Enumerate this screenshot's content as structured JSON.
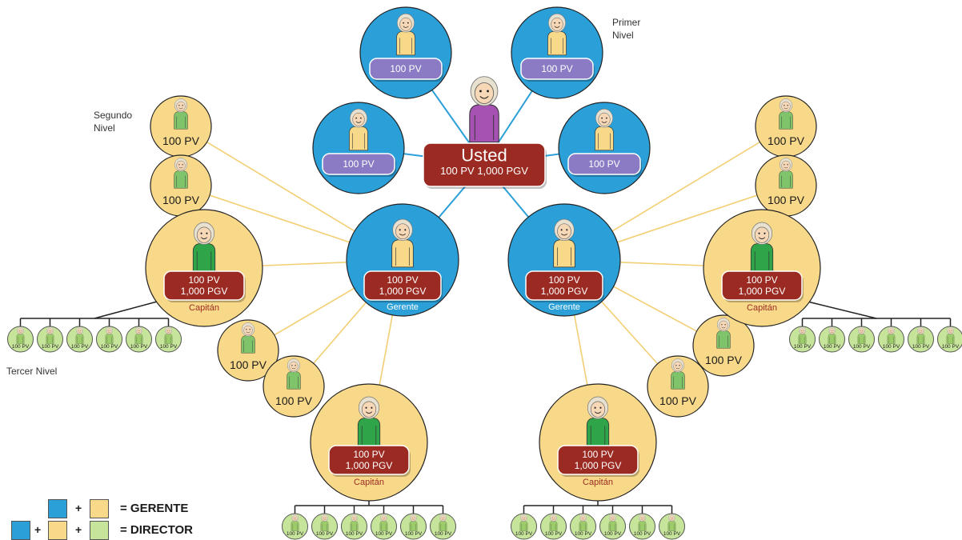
{
  "labels": {
    "primer_nivel": "Primer\nNivel",
    "segundo_nivel": "Segundo\nNivel",
    "tercer_nivel": "Tercer Nivel"
  },
  "center": {
    "title": "Usted",
    "values": "100 PV 1,000 PGV"
  },
  "first_level_tag": "100 PV",
  "gerente": {
    "pv": "100 PV",
    "pgv": "1,000 PGV",
    "role": "Gerente"
  },
  "capitan": {
    "pv": "100 PV",
    "pgv": "1,000 PGV",
    "role": "Capitán"
  },
  "second_level_tag": "100 PV",
  "third_level_tag": "100 PV",
  "legend": {
    "gerente_label": "= GERENTE",
    "director_label": "= DIRECTOR",
    "plus": "+"
  },
  "colors": {
    "blue": "#2a9fd8",
    "yellow": "#f8d98a",
    "green_light": "#c7e59a",
    "purple_tag": "#8b7bc4",
    "dark_red": "#9b2b22",
    "line_blue": "#2a9fd8",
    "line_yellow": "#f2cf74"
  }
}
